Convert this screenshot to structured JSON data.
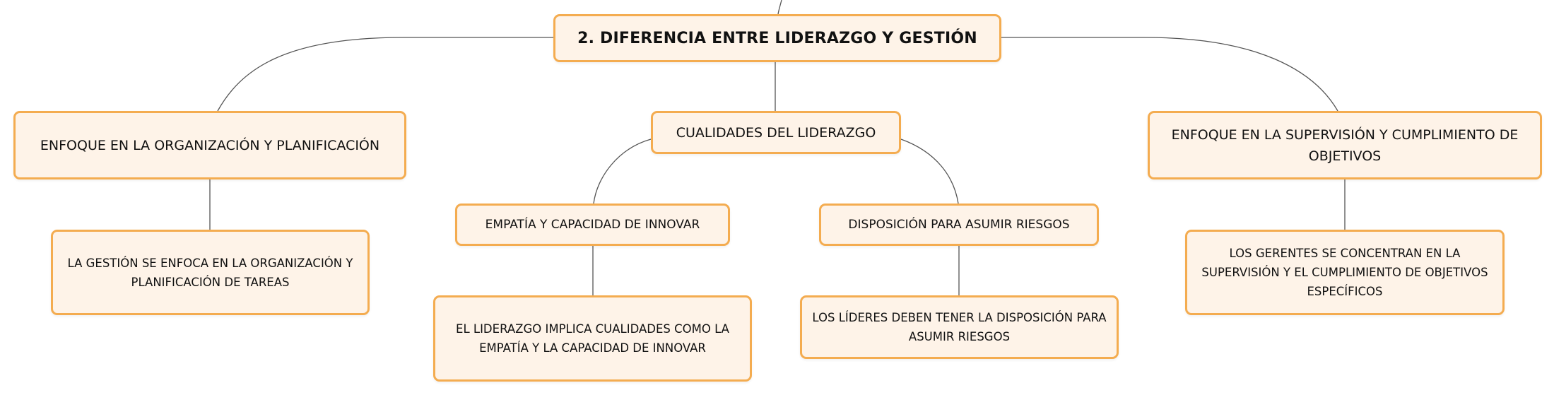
{
  "colors": {
    "node_fill": "#fef3e8",
    "node_border": "#f4ac50",
    "connector": "#555555",
    "text": "#111111"
  },
  "root": {
    "label": "2. DIFERENCIA ENTRE LIDERAZGO Y GESTIÓN"
  },
  "branches": [
    {
      "label": "ENFOQUE EN LA ORGANIZACIÓN Y PLANIFICACIÓN",
      "children": [
        {
          "label": "LA GESTIÓN SE ENFOCA EN LA ORGANIZACIÓN Y PLANIFICACIÓN DE TAREAS"
        }
      ]
    },
    {
      "label": "CUALIDADES DEL LIDERAZGO",
      "children": [
        {
          "label": "EMPATÍA Y CAPACIDAD DE INNOVAR",
          "children": [
            {
              "label": "EL LIDERAZGO IMPLICA CUALIDADES COMO LA EMPATÍA Y LA CAPACIDAD DE INNOVAR"
            }
          ]
        },
        {
          "label": "DISPOSICIÓN PARA ASUMIR RIESGOS",
          "children": [
            {
              "label": "LOS LÍDERES DEBEN TENER LA DISPOSICIÓN PARA ASUMIR RIESGOS"
            }
          ]
        }
      ]
    },
    {
      "label": "ENFOQUE EN LA SUPERVISIÓN Y CUMPLIMIENTO DE OBJETIVOS",
      "children": [
        {
          "label": "LOS GERENTES SE CONCENTRAN EN LA SUPERVISIÓN Y EL CUMPLIMIENTO DE OBJETIVOS ESPECÍFICOS"
        }
      ]
    }
  ]
}
